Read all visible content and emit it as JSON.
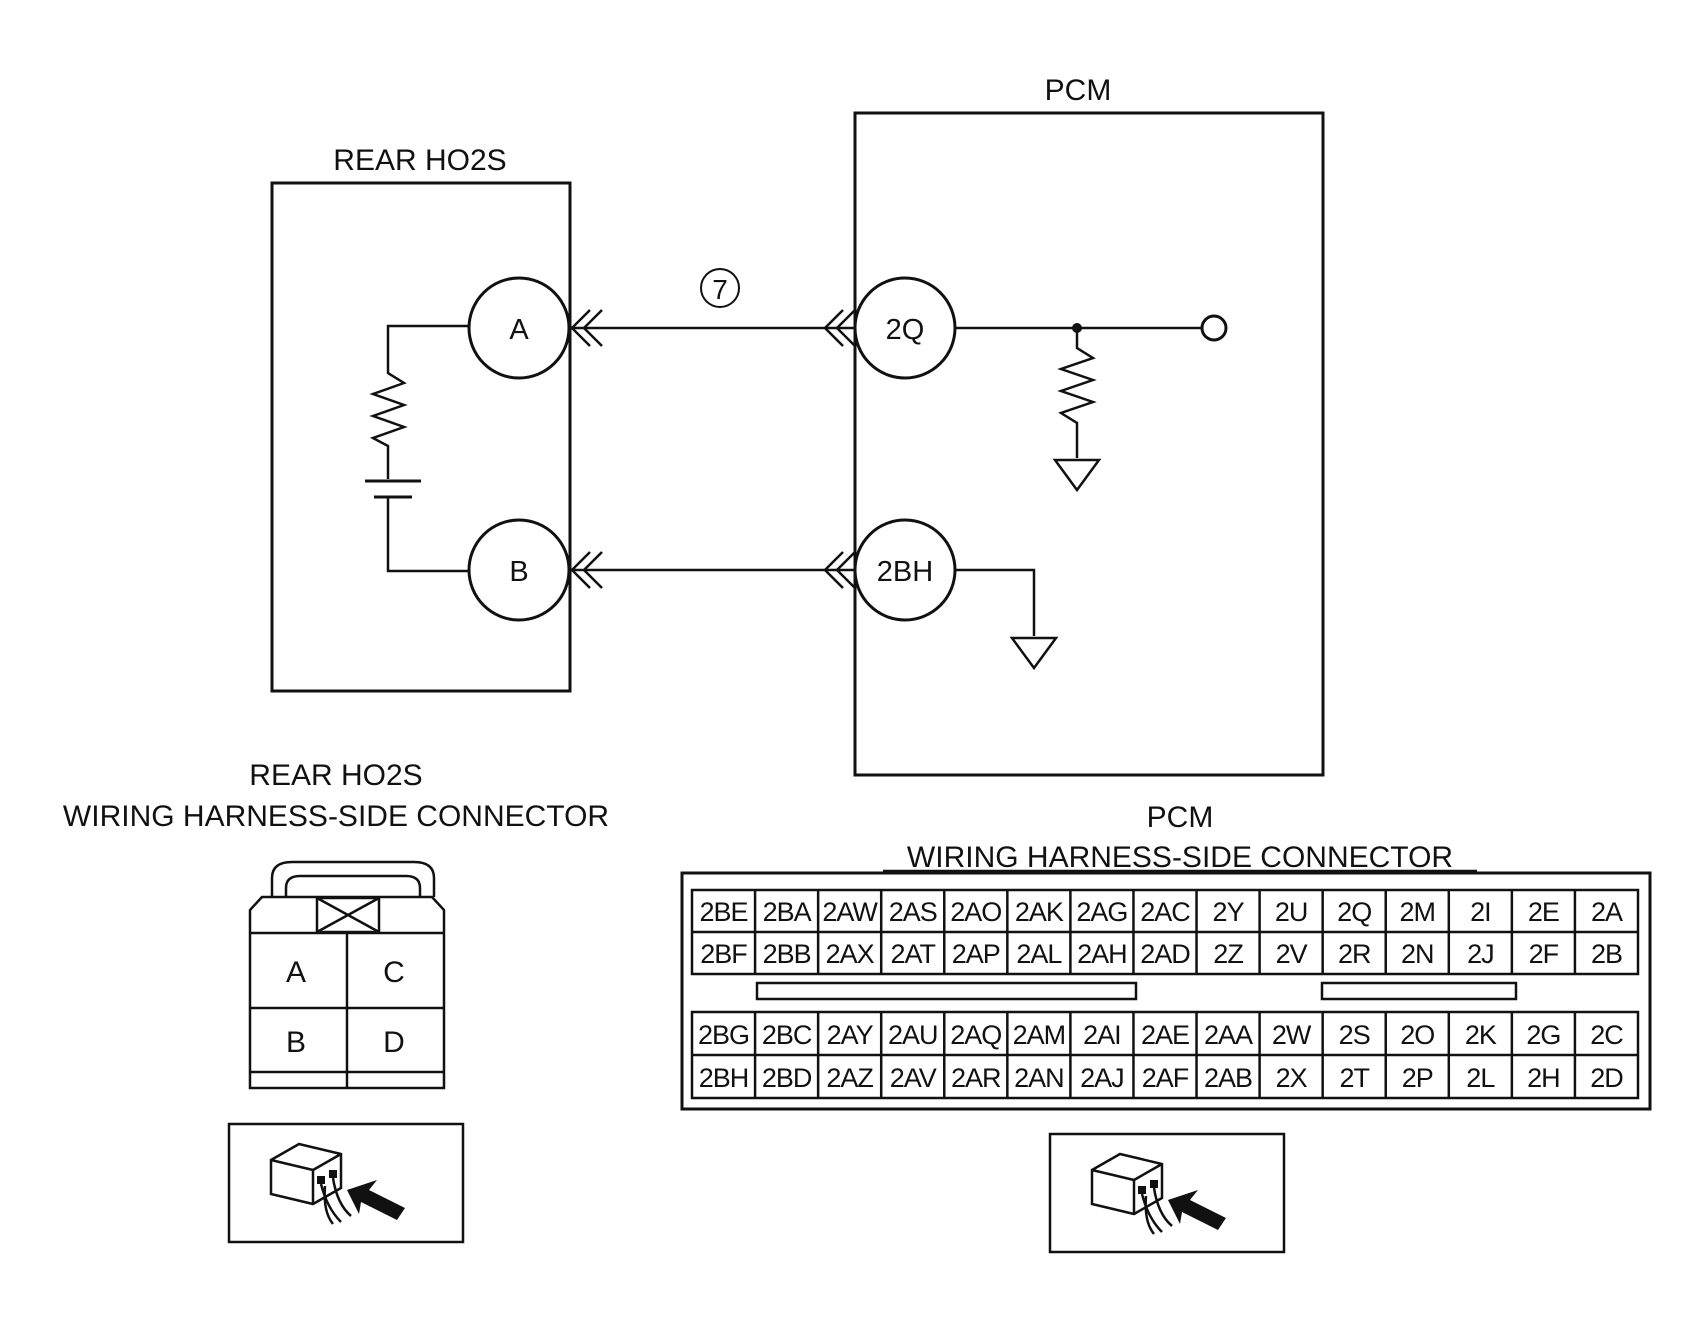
{
  "schematic": {
    "pcm_title": "PCM",
    "ho2s_title": "REAR HO2S",
    "ho2s_pins": [
      "A",
      "B"
    ],
    "pcm_pins": [
      "2Q",
      "2BH"
    ],
    "wire_marker": "7"
  },
  "ho2s_connector": {
    "title_line1": "REAR HO2S",
    "title_line2": "WIRING HARNESS-SIDE CONNECTOR",
    "cavities": [
      [
        "A",
        "C"
      ],
      [
        "B",
        "D"
      ]
    ]
  },
  "pcm_connector": {
    "title_line1": "PCM",
    "title_line2": "WIRING HARNESS-SIDE CONNECTOR",
    "upper_rows": [
      [
        "2BE",
        "2BA",
        "2AW",
        "2AS",
        "2AO",
        "2AK",
        "2AG",
        "2AC",
        "2Y",
        "2U",
        "2Q",
        "2M",
        "2I",
        "2E",
        "2A"
      ],
      [
        "2BF",
        "2BB",
        "2AX",
        "2AT",
        "2AP",
        "2AL",
        "2AH",
        "2AD",
        "2Z",
        "2V",
        "2R",
        "2N",
        "2J",
        "2F",
        "2B"
      ]
    ],
    "lower_rows": [
      [
        "2BG",
        "2BC",
        "2AY",
        "2AU",
        "2AQ",
        "2AM",
        "2AI",
        "2AE",
        "2AA",
        "2W",
        "2S",
        "2O",
        "2K",
        "2G",
        "2C"
      ],
      [
        "2BH",
        "2BD",
        "2AZ",
        "2AV",
        "2AR",
        "2AN",
        "2AJ",
        "2AF",
        "2AB",
        "2X",
        "2T",
        "2P",
        "2L",
        "2H",
        "2D"
      ]
    ]
  },
  "icons": [
    "connector-view-icon",
    "connector-view-icon"
  ]
}
